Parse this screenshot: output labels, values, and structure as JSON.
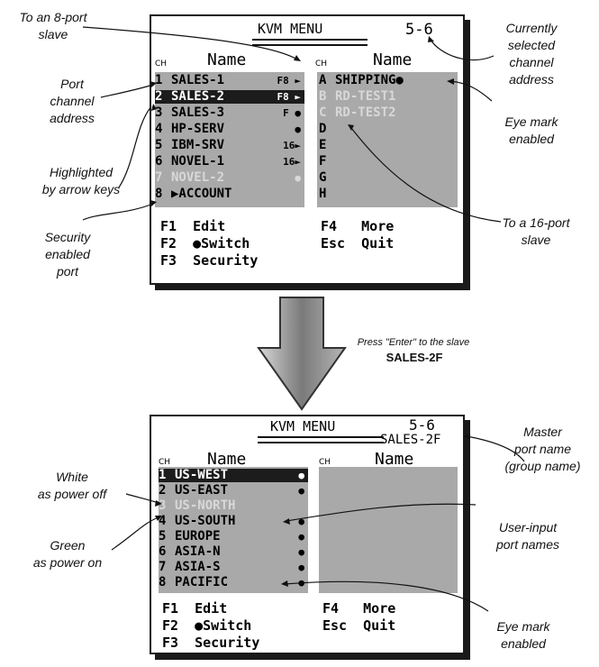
{
  "top_panel": {
    "title": "KVM MENU",
    "address": "5-6",
    "ch_label": "CH",
    "name_label": "Name",
    "left_rows": [
      {
        "ch": "1",
        "name": "SALES-1",
        "tag": "F8 ►",
        "state": "normal"
      },
      {
        "ch": "2",
        "name": "SALES-2",
        "tag": "F8 ►",
        "state": "highlight"
      },
      {
        "ch": "3",
        "name": "SALES-3",
        "tag": "F ●",
        "state": "normal"
      },
      {
        "ch": "4",
        "name": "HP-SERV",
        "tag": "●",
        "state": "normal"
      },
      {
        "ch": "5",
        "name": "IBM-SRV",
        "tag": "16►",
        "state": "normal"
      },
      {
        "ch": "6",
        "name": "NOVEL-1",
        "tag": "16►",
        "state": "normal"
      },
      {
        "ch": "7",
        "name": "NOVEL-2",
        "tag": "●",
        "state": "dim"
      },
      {
        "ch": "8",
        "name": "▶ACCOUNT",
        "tag": "",
        "state": "normal"
      }
    ],
    "right_rows": [
      {
        "ch": "A",
        "name": "SHIPPING●",
        "state": "normal"
      },
      {
        "ch": "B",
        "name": "RD-TEST1",
        "state": "dim"
      },
      {
        "ch": "C",
        "name": "RD-TEST2",
        "state": "dim"
      },
      {
        "ch": "D",
        "name": "",
        "state": "normal"
      },
      {
        "ch": "E",
        "name": "",
        "state": "normal"
      },
      {
        "ch": "F",
        "name": "",
        "state": "normal"
      },
      {
        "ch": "G",
        "name": "",
        "state": "normal"
      },
      {
        "ch": "H",
        "name": "",
        "state": "normal"
      }
    ],
    "fkeys_left": "F1  Edit\nF2  ●Switch\nF3  Security",
    "fkeys_right": "F4   More\nEsc  Quit"
  },
  "bottom_panel": {
    "title": "KVM MENU",
    "address": "5-6",
    "group_name": "SALES-2F",
    "ch_label": "CH",
    "name_label": "Name",
    "left_rows": [
      {
        "ch": "1",
        "name": "US-WEST",
        "tag": "●",
        "state": "highlight"
      },
      {
        "ch": "2",
        "name": "US-EAST",
        "tag": "●",
        "state": "normal"
      },
      {
        "ch": "3",
        "name": "US-NORTH",
        "tag": "",
        "state": "dim"
      },
      {
        "ch": "4",
        "name": "US-SOUTH",
        "tag": "●",
        "state": "normal"
      },
      {
        "ch": "5",
        "name": "EUROPE",
        "tag": "●",
        "state": "normal"
      },
      {
        "ch": "6",
        "name": "ASIA-N",
        "tag": "●",
        "state": "normal"
      },
      {
        "ch": "7",
        "name": "ASIA-S",
        "tag": "●",
        "state": "normal"
      },
      {
        "ch": "8",
        "name": "PACIFIC",
        "tag": "●",
        "state": "normal"
      }
    ],
    "fkeys_left": "F1  Edit\nF2  ●Switch\nF3  Security",
    "fkeys_right": "F4   More\nEsc  Quit"
  },
  "annotations": {
    "to_8port": "To an 8-port\nslave",
    "selected_address": "Currently\nselected\nchannel\naddress",
    "port_channel": "Port\nchannel\naddress",
    "eye_mark_top": "Eye mark\nenabled",
    "highlighted": "Highlighted\nby arrow keys",
    "to_16port": "To a 16-port\nslave",
    "security": "Security\nenabled\nport",
    "press_enter": "Press \"Enter\" to the slave",
    "slave_name": "SALES-2F",
    "master_port": "Master\nport name\n(group name)",
    "white": "White\nas power off",
    "green": "Green\nas power on",
    "user_input": "User-input\nport names",
    "eye_mark_bottom": "Eye mark\nenabled"
  },
  "colors": {
    "panel_grey": "#a9a9a9",
    "highlight_bar": "#1c1c1c",
    "arrow_grey": "#8c8c8c"
  }
}
